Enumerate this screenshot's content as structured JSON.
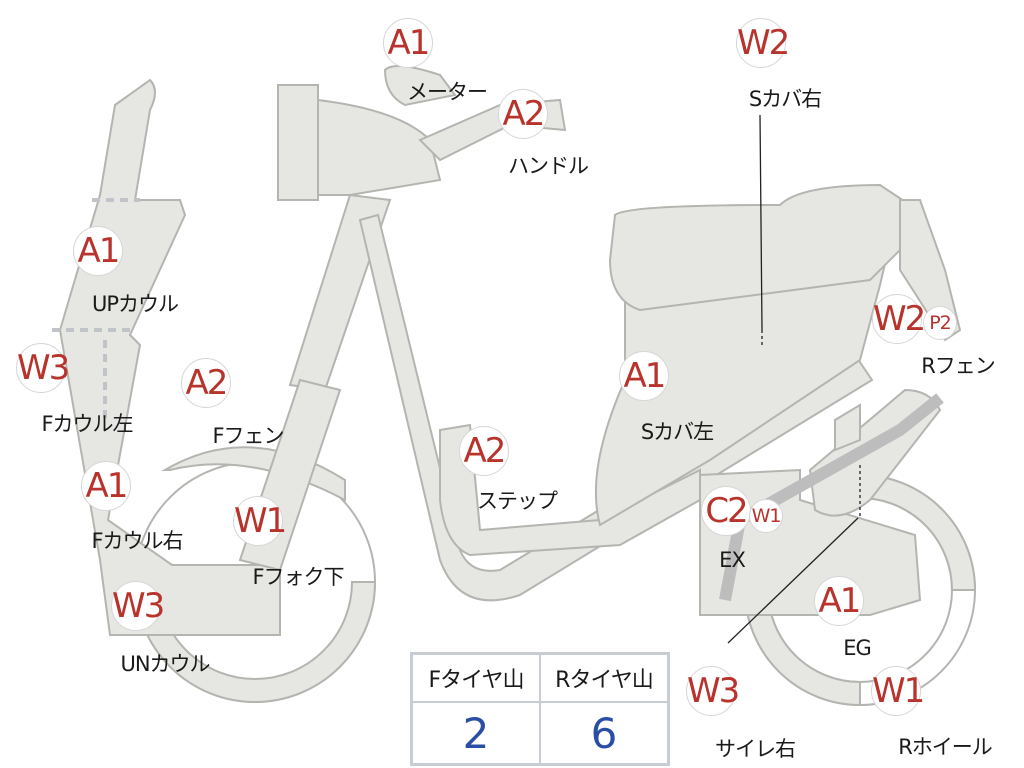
{
  "markers": [
    {
      "code": "A1",
      "label": "メーター"
    },
    {
      "code": "A2",
      "label": "ハンドル"
    },
    {
      "code": "W2",
      "label": "Sカバ右"
    },
    {
      "code": "A1",
      "label": "UPカウル"
    },
    {
      "code": "W3",
      "label": "Fカウル左"
    },
    {
      "code": "A2",
      "label": "Fフェン"
    },
    {
      "code": "A1",
      "label": "Fカウル右"
    },
    {
      "code": "W1",
      "label": "Fフォク下"
    },
    {
      "code": "W3",
      "label": "UNカウル"
    },
    {
      "code": "A2",
      "label": "ステップ"
    },
    {
      "code": "A1",
      "label": "Sカバ左"
    },
    {
      "code": "W2",
      "code2": "P2",
      "label": "Rフェン"
    },
    {
      "code": "C2",
      "code2": "W1",
      "label": "EX"
    },
    {
      "code": "A1",
      "label": "EG"
    },
    {
      "code": "W3",
      "label": "サイレ右"
    },
    {
      "code": "W1",
      "label": "Rホイール"
    }
  ],
  "tire_table": {
    "headers": [
      "Fタイヤ山",
      "Rタイヤ山"
    ],
    "values": [
      "2",
      "6"
    ]
  },
  "colors": {
    "marker_text": "#b8332c",
    "value_text": "#2a4ea6",
    "body_fill": "#e6e6e2"
  }
}
